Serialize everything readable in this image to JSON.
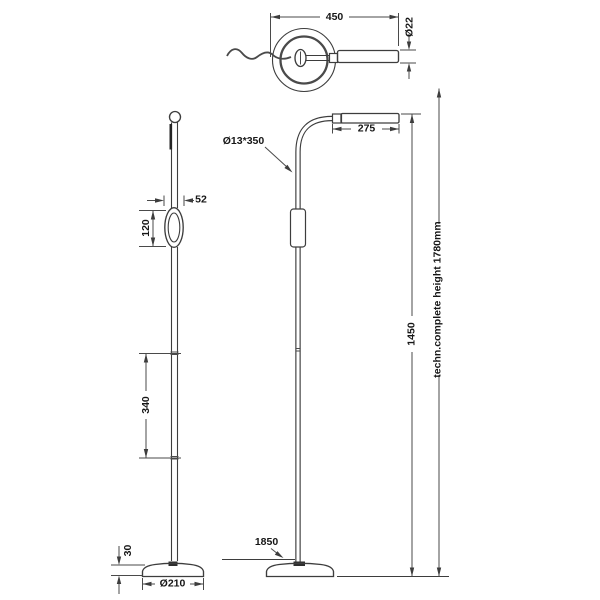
{
  "meta": {
    "type": "technical line drawing",
    "subject": "floor lamp dimension drawing, three views (top, side, front)",
    "background_color": "#ffffff",
    "line_color": "#3d3d3d",
    "text_color": "#161616"
  },
  "dimensions": {
    "top_width": "450",
    "tube_diameter": "Ø22",
    "arm_length": "275",
    "gooseneck_spec": "Ø13*350",
    "stand_height": "1450",
    "complete_height_note": "techn.complete height 1780mm",
    "cable_length": "1850",
    "head_width": "52",
    "head_height": "120",
    "lower_pole_segment": "340",
    "base_height": "30",
    "base_diameter": "Ø210"
  }
}
